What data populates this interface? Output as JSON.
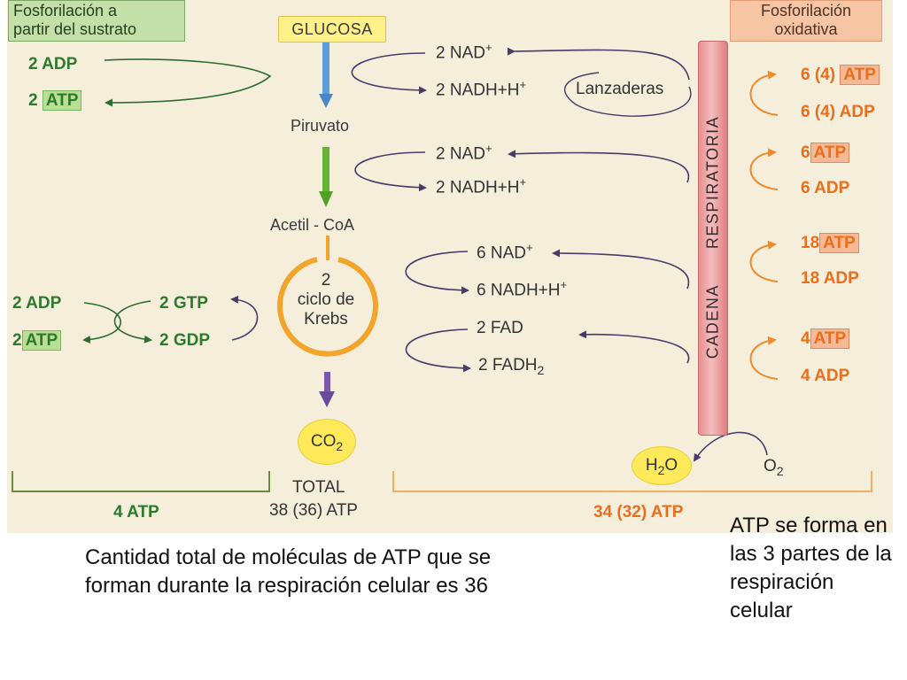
{
  "headers": {
    "substrate": "Fosforilación a partir del sustrato",
    "substrate_line1": "Fosforilación a",
    "substrate_line2": "partir del sustrato",
    "oxidative_line1": "Fosforilación",
    "oxidative_line2": "oxidativa"
  },
  "main_pathway": {
    "glucose": "GLUCOSA",
    "pyruvate": "Piruvato",
    "acetyl_coa": "Acetil - CoA",
    "krebs_count": "2",
    "krebs_line1": "ciclo de",
    "krebs_line2": "Krebs",
    "co2": "CO",
    "co2_sub": "2"
  },
  "glycolysis_substrate": {
    "adp": "2 ADP",
    "atp_count": "2",
    "atp": "ATP"
  },
  "krebs_substrate": {
    "adp": "2 ADP",
    "atp_count": "2",
    "atp": "ATP",
    "gtp": "2 GTP",
    "gdp": "2 GDP"
  },
  "carriers": {
    "nad_1": "2 NAD",
    "nadh_1": "2 NADH+H",
    "shuttle": "Lanzaderas",
    "nad_2": "2 NAD",
    "nadh_2": "2 NADH+H",
    "nad_3": "6 NAD",
    "nadh_3": "6 NADH+H",
    "fad": "2 FAD",
    "fadh": "2 FADH",
    "fadh_sub": "2",
    "plus": "+"
  },
  "respiratory_chain": {
    "word1": "CADENA",
    "word2": "RESPIRATORIA",
    "h2o": "H",
    "h2o_sub": "2",
    "h2o_o": "O",
    "o2": "O",
    "o2_sub": "2"
  },
  "oxidative_atp": [
    {
      "count": "6 (4)",
      "atp": "ATP",
      "adp": "6 (4) ADP"
    },
    {
      "count": "6",
      "atp": "ATP",
      "adp": "6 ADP"
    },
    {
      "count": "18",
      "atp": "ATP",
      "adp": "18 ADP"
    },
    {
      "count": "4",
      "atp": "ATP",
      "adp": "4 ADP"
    }
  ],
  "totals": {
    "substrate_total": "4 ATP",
    "total_label": "TOTAL",
    "grand_total": "38 (36) ATP",
    "oxidative_total": "34 (32) ATP"
  },
  "captions": {
    "left": "Cantidad total de moléculas de ATP que se forman durante la respiración celular es 36",
    "right": "ATP se forma en las 3 partes de la respiración celular"
  },
  "colors": {
    "panel_bg": "#f4eedb",
    "green": "#2d7a2d",
    "orange": "#ea6e1c",
    "arrow_purple": "#4a3a6a",
    "krebs_ring": "#f2a52a"
  }
}
